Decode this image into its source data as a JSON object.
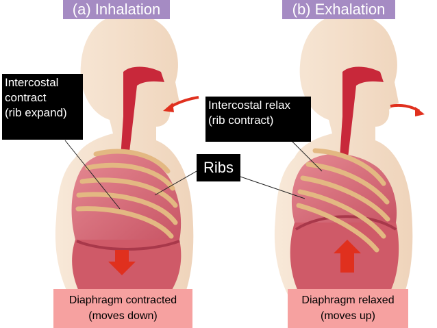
{
  "panels": {
    "inhalation": {
      "title": "(a) Inhalation",
      "caption": {
        "line1": "Diaphragm contracted",
        "line2": "(moves down)"
      }
    },
    "exhalation": {
      "title": "(b) Exhalation",
      "caption": {
        "line1": "Diaphragm relaxed",
        "line2": "(moves up)"
      }
    }
  },
  "labels": {
    "intercostal_contract": {
      "line1": "Intercostal",
      "line2": "contract",
      "line3": "(rib expand)"
    },
    "intercostal_relax": {
      "line1": "Intercostal relax",
      "line2": "(rib contract)"
    },
    "ribs": "Ribs"
  },
  "colors": {
    "title_bg": "#a58bc3",
    "caption_bg": "#f6a1a0",
    "label_bg": "#000000",
    "skin": "#f3dcc4",
    "lung": "#d96c78",
    "rib": "#e3b882",
    "airway": "#c8283a",
    "arrow": "#e0301e"
  }
}
